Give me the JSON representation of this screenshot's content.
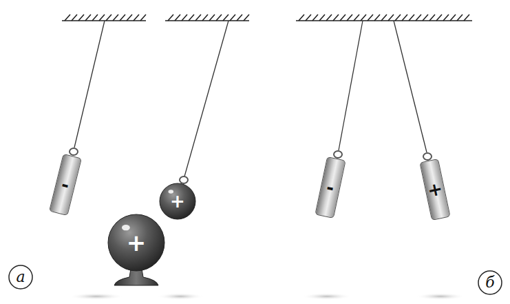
{
  "diagram": {
    "nodes": [
      {
        "text": [
          "-"
        ]
      },
      {
        "text": [
          "+"
        ]
      },
      {
        "text": [
          "+"
        ]
      },
      {
        "text": [
          "а"
        ]
      },
      {
        "text": [
          "-"
        ]
      },
      {
        "text": [
          "+"
        ]
      },
      {
        "text": [
          "б"
        ]
      }
    ]
  }
}
